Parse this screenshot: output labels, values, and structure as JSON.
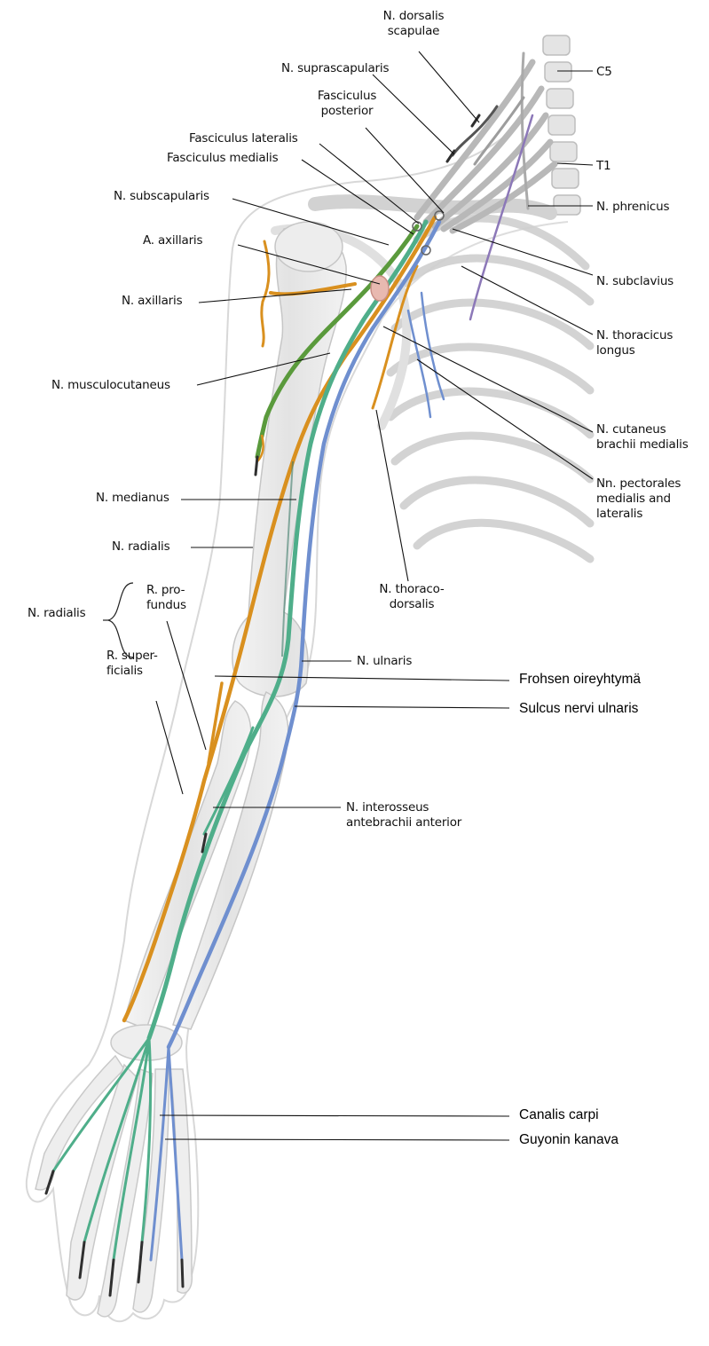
{
  "colors": {
    "median_nerve": "#4fae8a",
    "musculocutaneous_nerve": "#5a9a3c",
    "radial_axillary_nerve": "#d9901f",
    "ulnar_nerve": "#6f8fcf",
    "medial_cutaneous_nerve": "#8c78b8",
    "artery_end": "#3a3a3a",
    "bone_fill": "#ececec",
    "bone_outline": "#c9c9c9",
    "skin_outline": "#d6d6d6",
    "leader_line": "#111111"
  },
  "labels": {
    "n_dorsalis_scapulae": [
      "N. dorsalis",
      "scapulae"
    ],
    "c5": "C5",
    "n_suprascapularis": "N. suprascapularis",
    "fasciculus_posterior": [
      "Fasciculus",
      "posterior"
    ],
    "fasciculus_lateralis": "Fasciculus lateralis",
    "fasciculus_medialis": "Fasciculus medialis",
    "t1": "T1",
    "n_subscapularis": "N. subscapularis",
    "n_phrenicus": "N. phrenicus",
    "a_axillaris": "A. axillaris",
    "n_subclavius": "N. subclavius",
    "n_axillaris": "N. axillaris",
    "n_thoracicus_longus": [
      "N. thoracicus",
      "longus"
    ],
    "n_musculocutaneus": "N. musculocutaneus",
    "n_cutaneus_brachii_medialis": [
      "N. cutaneus",
      "brachii medialis"
    ],
    "nn_pectorales": [
      "Nn. pectorales",
      "medialis and",
      "lateralis"
    ],
    "n_medianus": "N. medianus",
    "n_radialis_branch": "N. radialis",
    "n_radialis_group": "N. radialis",
    "r_profundus": [
      "R. pro-",
      "fundus"
    ],
    "r_superficialis": [
      "R. super-",
      "ficialis"
    ],
    "n_thoracodorsalis": [
      "N. thoraco-",
      "dorsalis"
    ],
    "n_ulnaris": "N. ulnaris",
    "n_interosseus": [
      "N. interosseus",
      "antebrachii anterior"
    ]
  },
  "added_labels": {
    "frohse": "Frohsen oireyhtymä",
    "sulcus": "Sulcus nervi ulnaris",
    "canalis_carpi": "Canalis carpi",
    "guyon": "Guyonin kanava"
  }
}
